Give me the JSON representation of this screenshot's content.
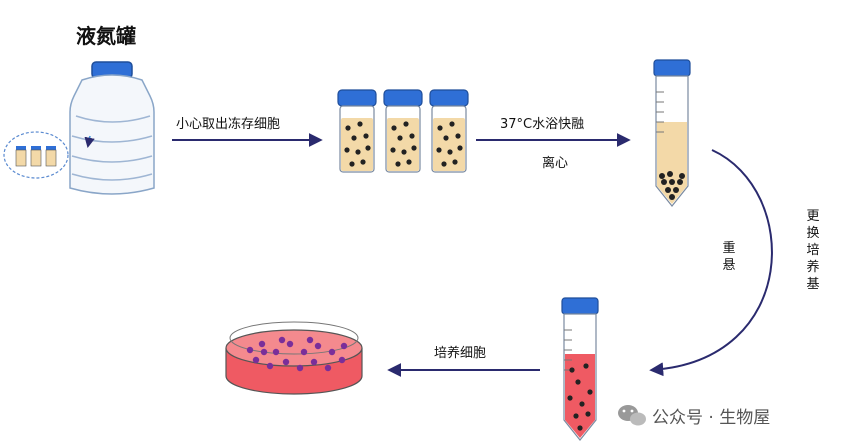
{
  "title": "液氮罐",
  "steps": {
    "take_out": "小心取出冻存细胞",
    "thaw": "37°C水浴快融",
    "centrifuge": "离心",
    "change_medium": "更换培养基",
    "resuspend": "重悬",
    "culture": "培养细胞"
  },
  "watermark": "公众号 · 生物屋",
  "colors": {
    "arrow": "#2a2a6e",
    "cap": "#2f6fd6",
    "medium_yellow": "#f3d9a8",
    "medium_red": "#ef5a63",
    "cells": "#222222",
    "dish_cells": "#7a2e9a"
  }
}
